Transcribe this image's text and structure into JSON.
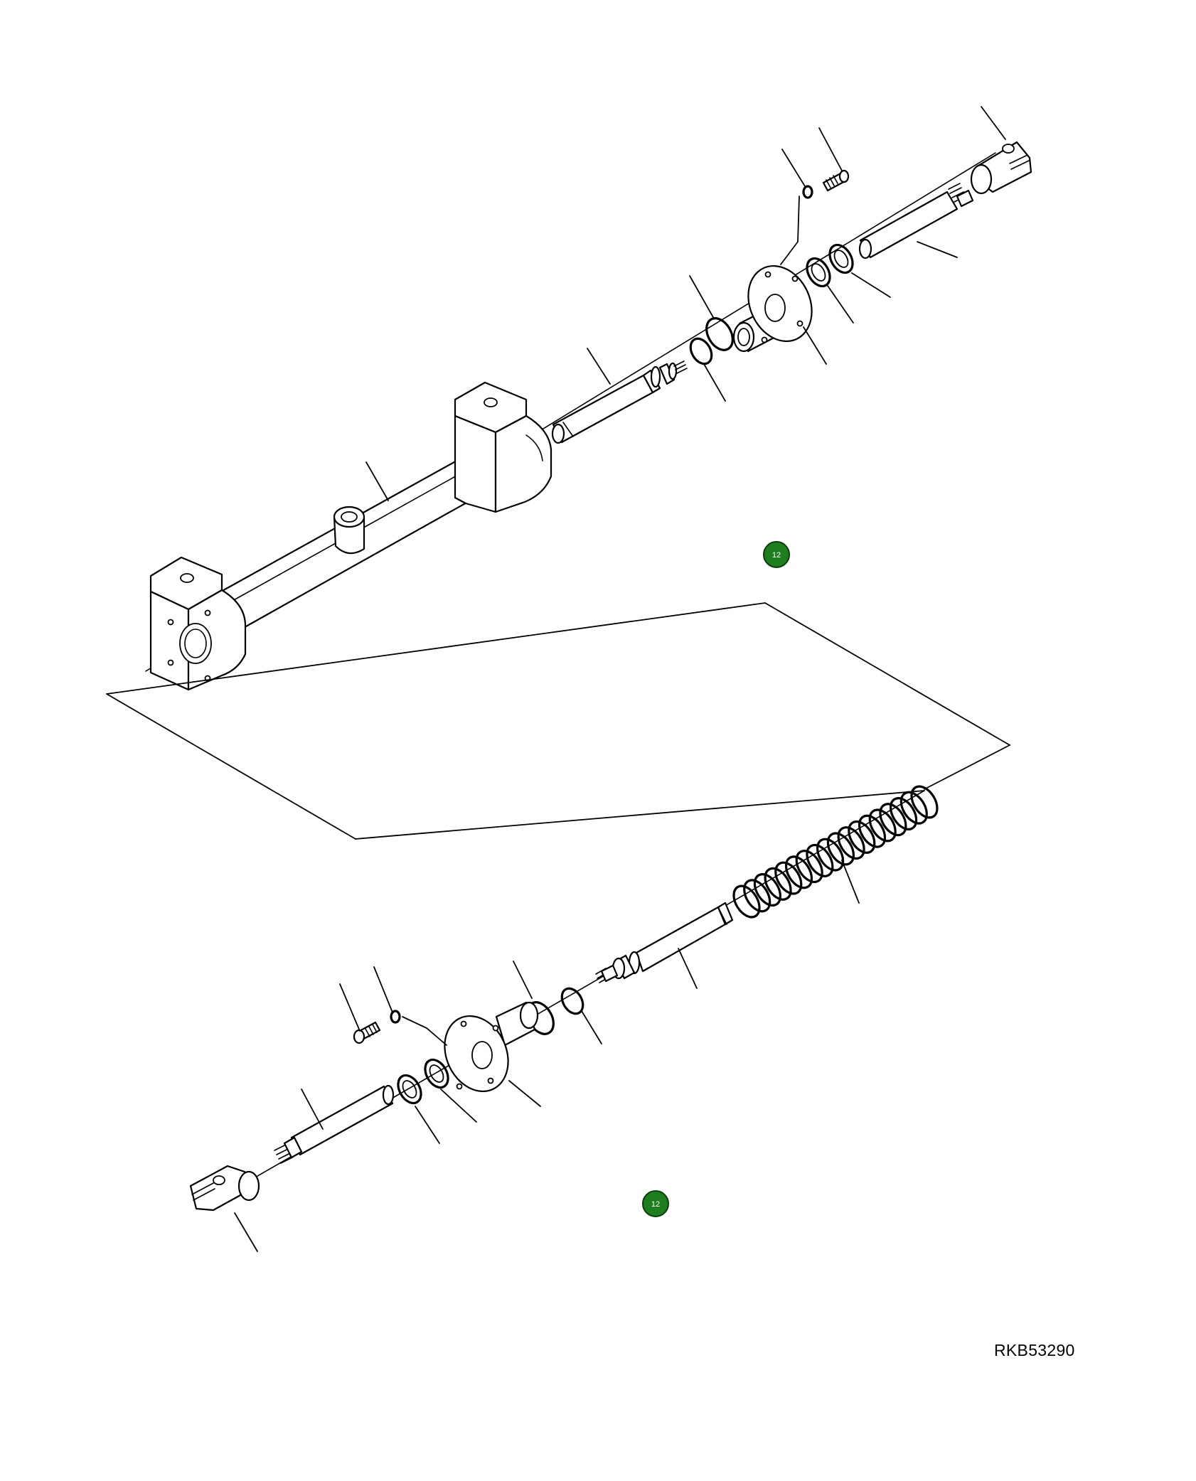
{
  "diagram": {
    "drawing_code": "RKB53290",
    "callouts": [
      {
        "label": "12",
        "color": "#1e7d1e"
      },
      {
        "label": "12",
        "color": "#1e7d1e"
      }
    ]
  }
}
